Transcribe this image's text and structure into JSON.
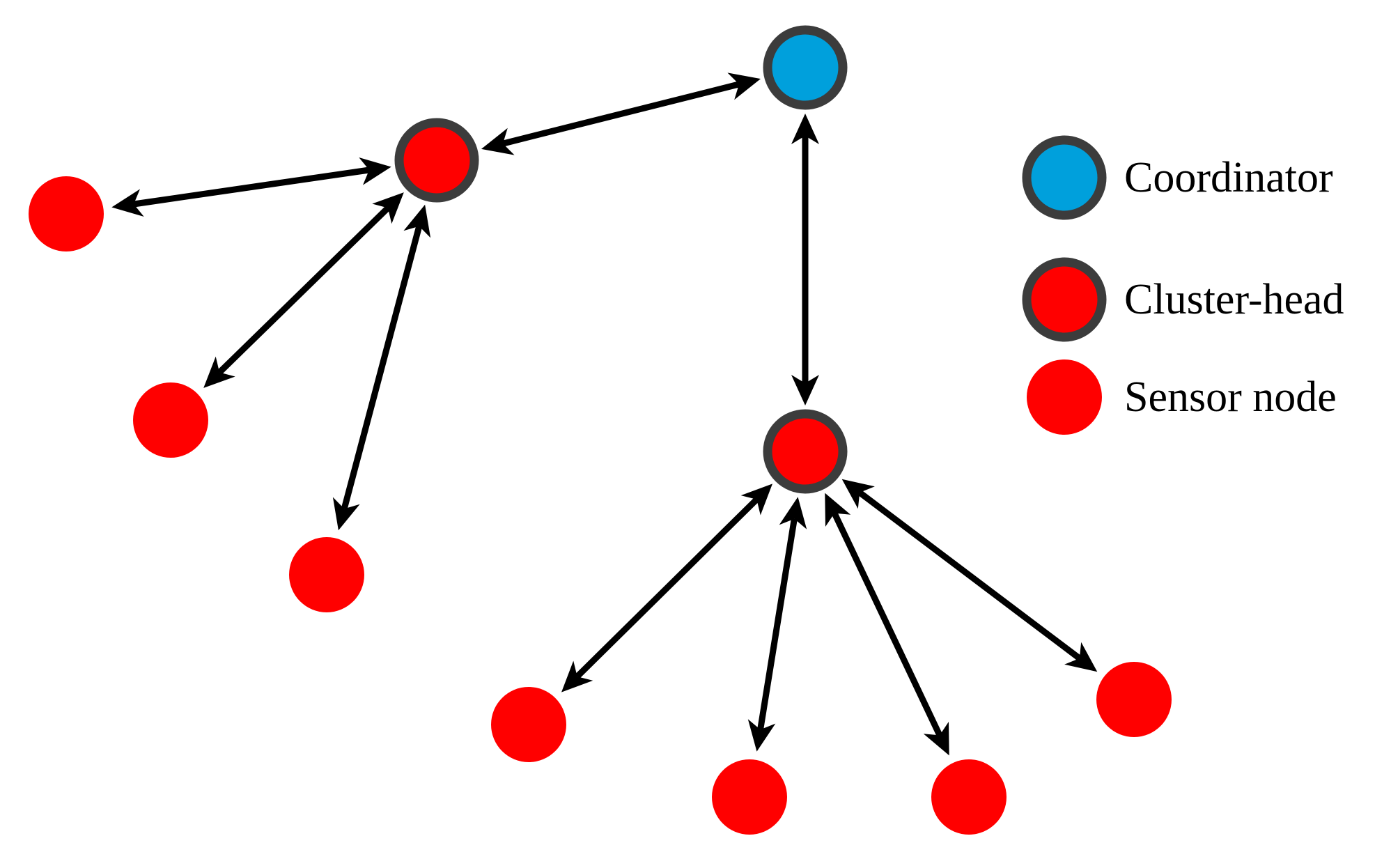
{
  "colors": {
    "coordinator": "#00a0dc",
    "sensor": "#ff0000",
    "ring": "#3c3c3c",
    "link": "#000000"
  },
  "legend": {
    "items": [
      {
        "kind": "coordinator",
        "label": "Coordinator"
      },
      {
        "kind": "cluster-head",
        "label": "Cluster-head"
      },
      {
        "kind": "sensor",
        "label": "Sensor node"
      }
    ]
  },
  "nodes": [
    {
      "id": "coordinator",
      "kind": "coordinator"
    },
    {
      "id": "ch1",
      "kind": "cluster-head"
    },
    {
      "id": "ch2",
      "kind": "cluster-head"
    },
    {
      "id": "s1",
      "kind": "sensor"
    },
    {
      "id": "s2",
      "kind": "sensor"
    },
    {
      "id": "s3",
      "kind": "sensor"
    },
    {
      "id": "s4",
      "kind": "sensor"
    },
    {
      "id": "s5",
      "kind": "sensor"
    },
    {
      "id": "s6",
      "kind": "sensor"
    },
    {
      "id": "s7",
      "kind": "sensor"
    }
  ],
  "links": [
    {
      "from": "coordinator",
      "to": "ch1"
    },
    {
      "from": "coordinator",
      "to": "ch2"
    },
    {
      "from": "ch1",
      "to": "s1"
    },
    {
      "from": "ch1",
      "to": "s2"
    },
    {
      "from": "ch1",
      "to": "s3"
    },
    {
      "from": "ch2",
      "to": "s4"
    },
    {
      "from": "ch2",
      "to": "s5"
    },
    {
      "from": "ch2",
      "to": "s6"
    },
    {
      "from": "ch2",
      "to": "s7"
    }
  ]
}
